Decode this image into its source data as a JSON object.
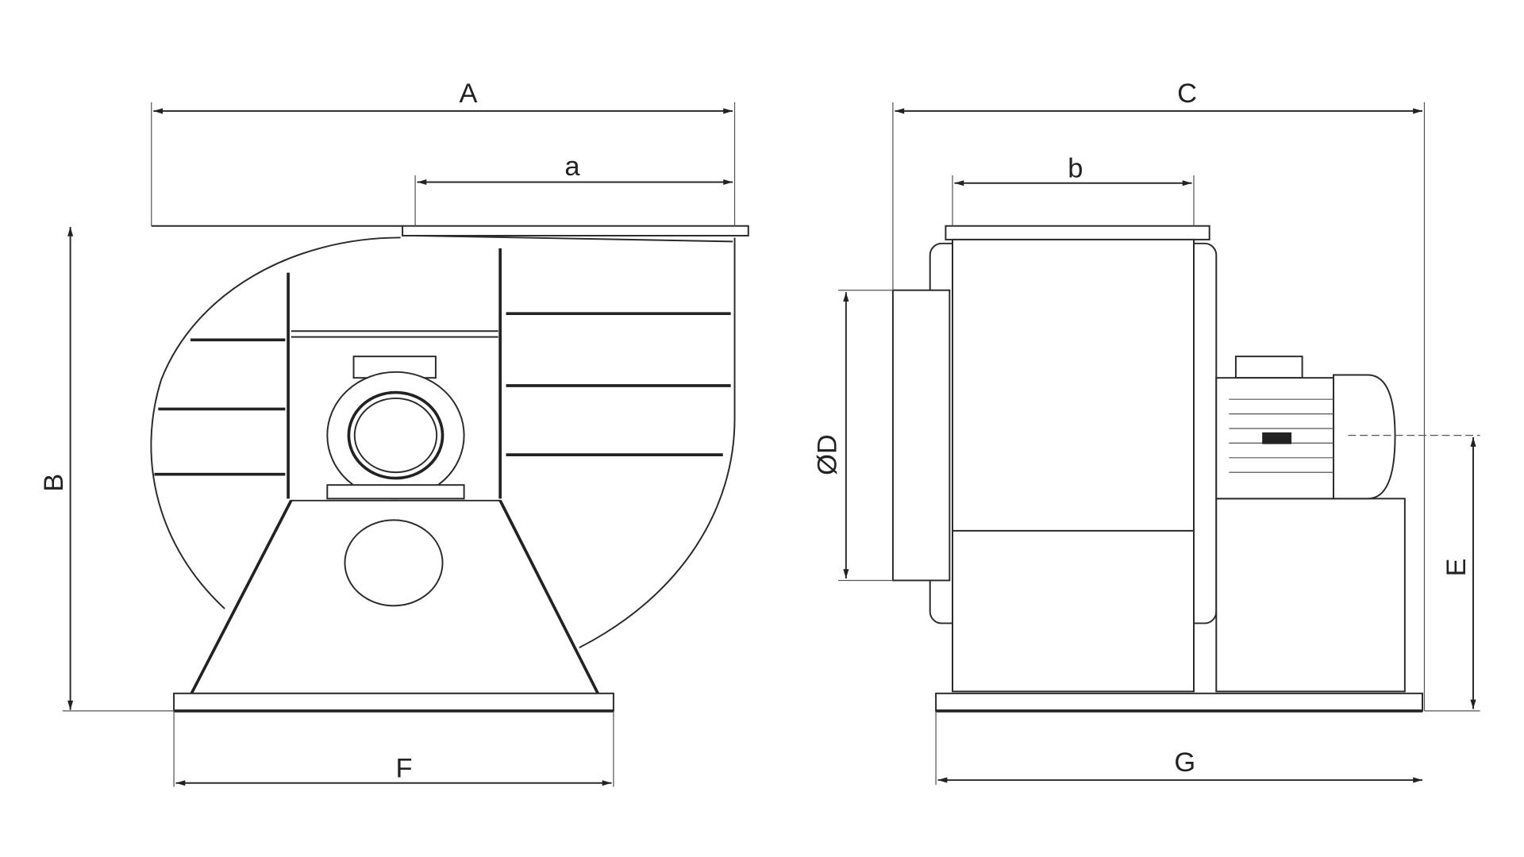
{
  "title": "Centrifugal fan dimension drawing",
  "dimensions": {
    "A": "A",
    "a": "a",
    "B": "B",
    "C": "C",
    "b": "b",
    "D": "ØD",
    "E": "E",
    "F": "F",
    "G": "G"
  },
  "colors": {
    "line": "#2a2a2a",
    "background": "#ffffff"
  }
}
